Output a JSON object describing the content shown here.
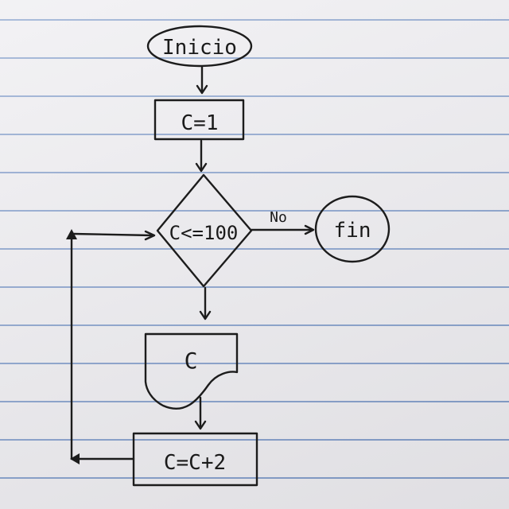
{
  "flowchart": {
    "start": "Inicio",
    "init": "C=1",
    "condition": "C<=100",
    "no_label": "No",
    "end": "fin",
    "output": "C",
    "increment": "C=C+2"
  },
  "colors": {
    "ink": "#1c1c1c",
    "paper": "#ecebef",
    "rule_lines": "#7f9ac8"
  }
}
